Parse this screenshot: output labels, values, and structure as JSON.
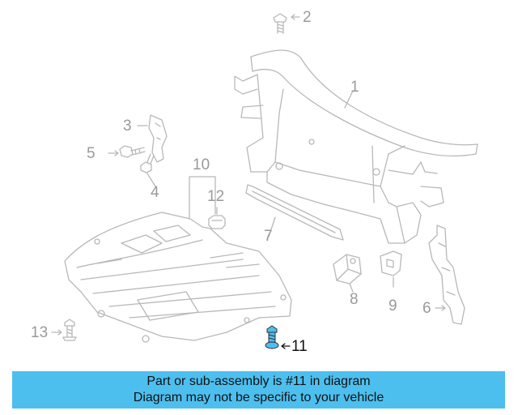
{
  "diagram": {
    "part_labels": {
      "p1": "1",
      "p2": "2",
      "p3": "3",
      "p4": "4",
      "p5": "5",
      "p6": "6",
      "p7": "7",
      "p8": "8",
      "p9": "9",
      "p10": "10",
      "p11": "11",
      "p12": "12",
      "p13": "13"
    },
    "line_color": "#b8b8b8",
    "highlight_part_color": "#4dbfef"
  },
  "banner": {
    "line1": "Part or sub-assembly is #11 in diagram",
    "line2": "Diagram may not be specific to your vehicle",
    "background": "#4dbfef"
  }
}
